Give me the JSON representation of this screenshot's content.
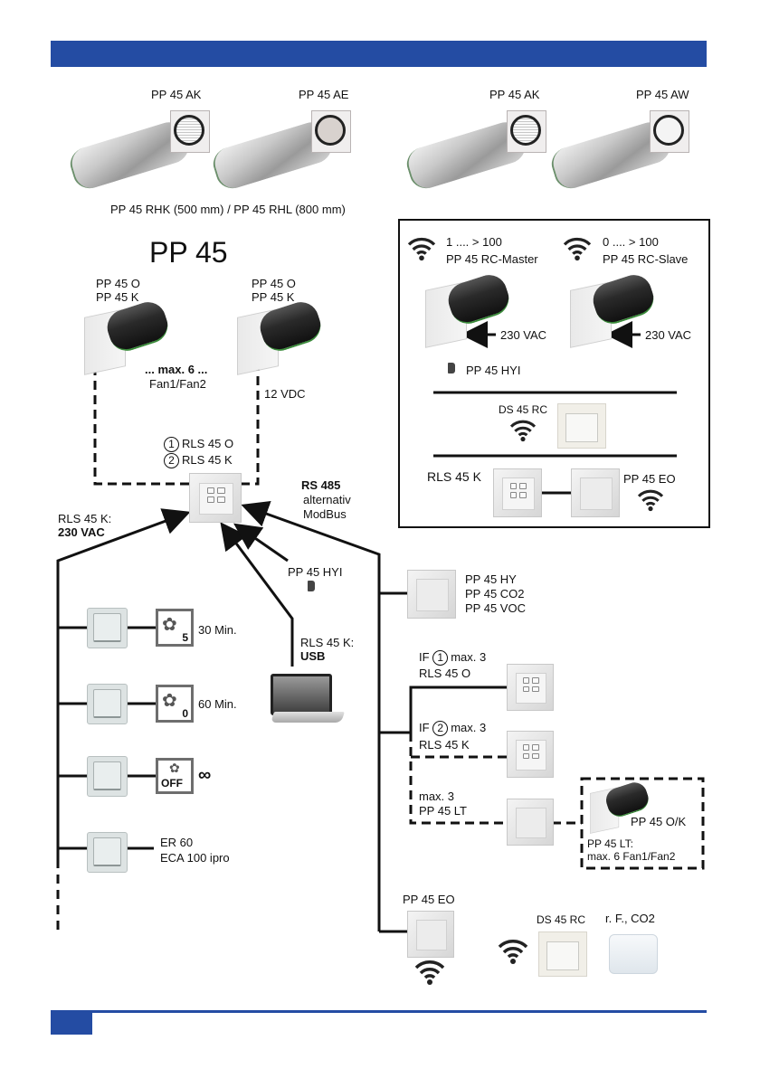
{
  "header": {
    "color": "#244ca3"
  },
  "footer": {
    "color": "#244ca3"
  },
  "top_row": {
    "grilles": [
      {
        "label": "PP 45 AK",
        "style": "louvered"
      },
      {
        "label": "PP 45 AE",
        "style": "plain"
      },
      {
        "label": "PP 45 AK",
        "style": "louvered"
      },
      {
        "label": "PP 45 AW",
        "style": "white"
      }
    ],
    "tubes_caption": "PP 45 RHK (500 mm) / PP 45 RHL (800 mm)"
  },
  "system_title": "PP 45",
  "fan_units": [
    {
      "line1": "PP 45 O",
      "line2": "PP 45 K"
    },
    {
      "line1": "PP 45 O",
      "line2": "PP 45 K"
    }
  ],
  "max_fans": {
    "line1": "... max. 6 ...",
    "line2": "Fan1/Fan2"
  },
  "voltage_12": "12 VDC",
  "controller": {
    "options": [
      {
        "num": "1",
        "label": "RLS 45 O"
      },
      {
        "num": "2",
        "label": "RLS 45 K"
      }
    ]
  },
  "rs485": {
    "line1": "RS 485",
    "line2": "alternativ",
    "line3": "ModBus"
  },
  "power_input": {
    "line1": "RLS 45 K:",
    "line2": "230 VAC"
  },
  "hyi_sensor_label": "PP 45 HYI",
  "usb": {
    "line1": "RLS 45 K:",
    "line2": "USB"
  },
  "switches": [
    {
      "fan_icon": "fan-icon",
      "badge": "5",
      "label": "30 Min."
    },
    {
      "fan_icon": "fan-icon",
      "badge": "0",
      "label": "60 Min."
    },
    {
      "fan_icon": "fan-icon",
      "badge": "OFF",
      "label": "∞"
    },
    {
      "label_line1": "ER 60",
      "label_line2": "ECA 100 ipro"
    }
  ],
  "sensors_panel": {
    "line1": "PP 45 HY",
    "line2": "PP 45 CO2",
    "line3": "PP 45 VOC"
  },
  "if1": {
    "prefix": "IF",
    "num": "1",
    "suffix": "max. 3",
    "model": "RLS 45 O"
  },
  "if2": {
    "prefix": "IF",
    "num": "2",
    "suffix": "max. 3",
    "model": "RLS 45 K"
  },
  "lt": {
    "line1": "max. 3",
    "line2": "PP 45 LT"
  },
  "lt_box": {
    "unit": "PP 45 O/K",
    "line1": "PP 45 LT:",
    "line2": "max. 6 Fan1/Fan2"
  },
  "bottom": {
    "eo_label": "PP 45 EO",
    "ds_label": "DS 45 RC",
    "sensor_label": "r. F., CO2"
  },
  "wireless_box": {
    "master": {
      "range": "1 .... > 100",
      "name": "PP 45 RC-Master",
      "voltage": "230 VAC"
    },
    "slave": {
      "range": "0 .... > 100",
      "name": "PP 45 RC-Slave",
      "voltage": "230 VAC"
    },
    "hyi_label": "PP 45 HYI",
    "ds_label": "DS 45 RC",
    "rls_label": "RLS 45 K",
    "eo_label": "PP 45 EO"
  }
}
